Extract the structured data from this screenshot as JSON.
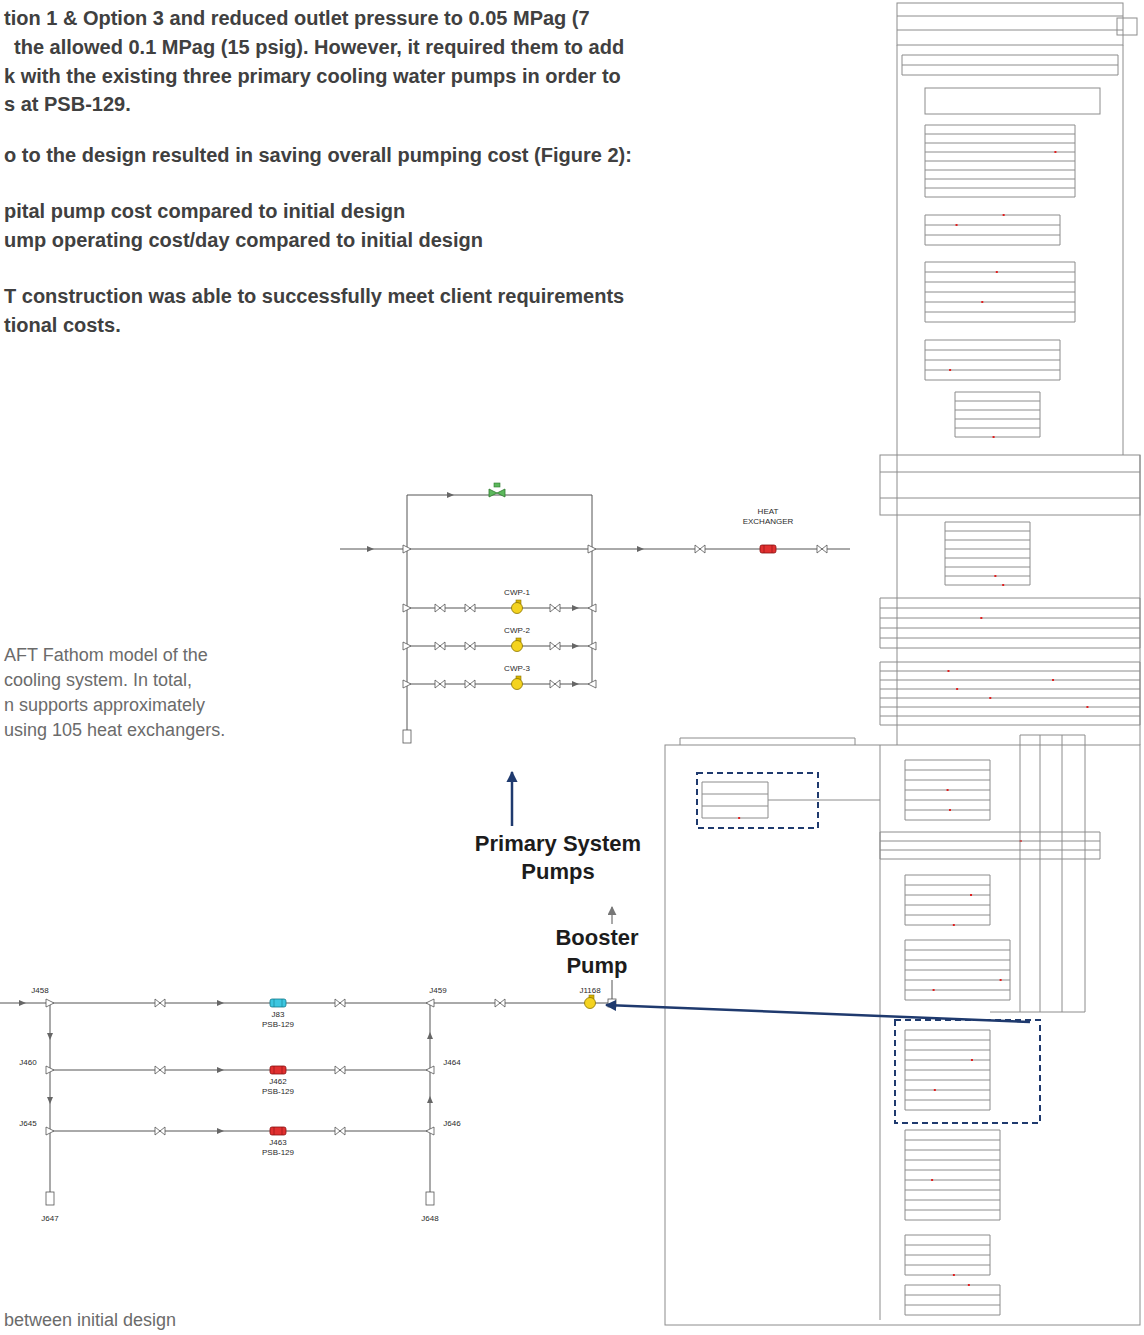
{
  "diagram": {
    "labels": [
      "tion 1 & Option 3 and reduced outlet pressure to 0.05 MPag (7",
      "the allowed 0.1 MPag (15 psig). However, it required them to add",
      "k with the existing three primary cooling water pumps in order to",
      "s at PSB-129.",
      "o to the design resulted in saving overall pumping cost (Figure 2):",
      "pital pump cost compared to initial design",
      "ump operating cost/day compared to initial design",
      "T construction was able to successfully meet client requirements",
      "tional costs.",
      "AFT Fathom model of the",
      "cooling system. In total,",
      "n supports approximately",
      "using 105 heat exchangers.",
      "HEAT EXCHANGER",
      "CWP-1",
      "CWP-2",
      "CWP-3",
      "Primary System Pumps",
      "Booster Pump",
      "J458",
      "J459",
      "J1168",
      "J83",
      "PSB-129",
      "J460",
      "J462",
      "PSB-129",
      "J464",
      "J645",
      "J463",
      "PSB-129",
      "J646",
      "J647",
      "J648",
      "between initial design"
    ]
  }
}
